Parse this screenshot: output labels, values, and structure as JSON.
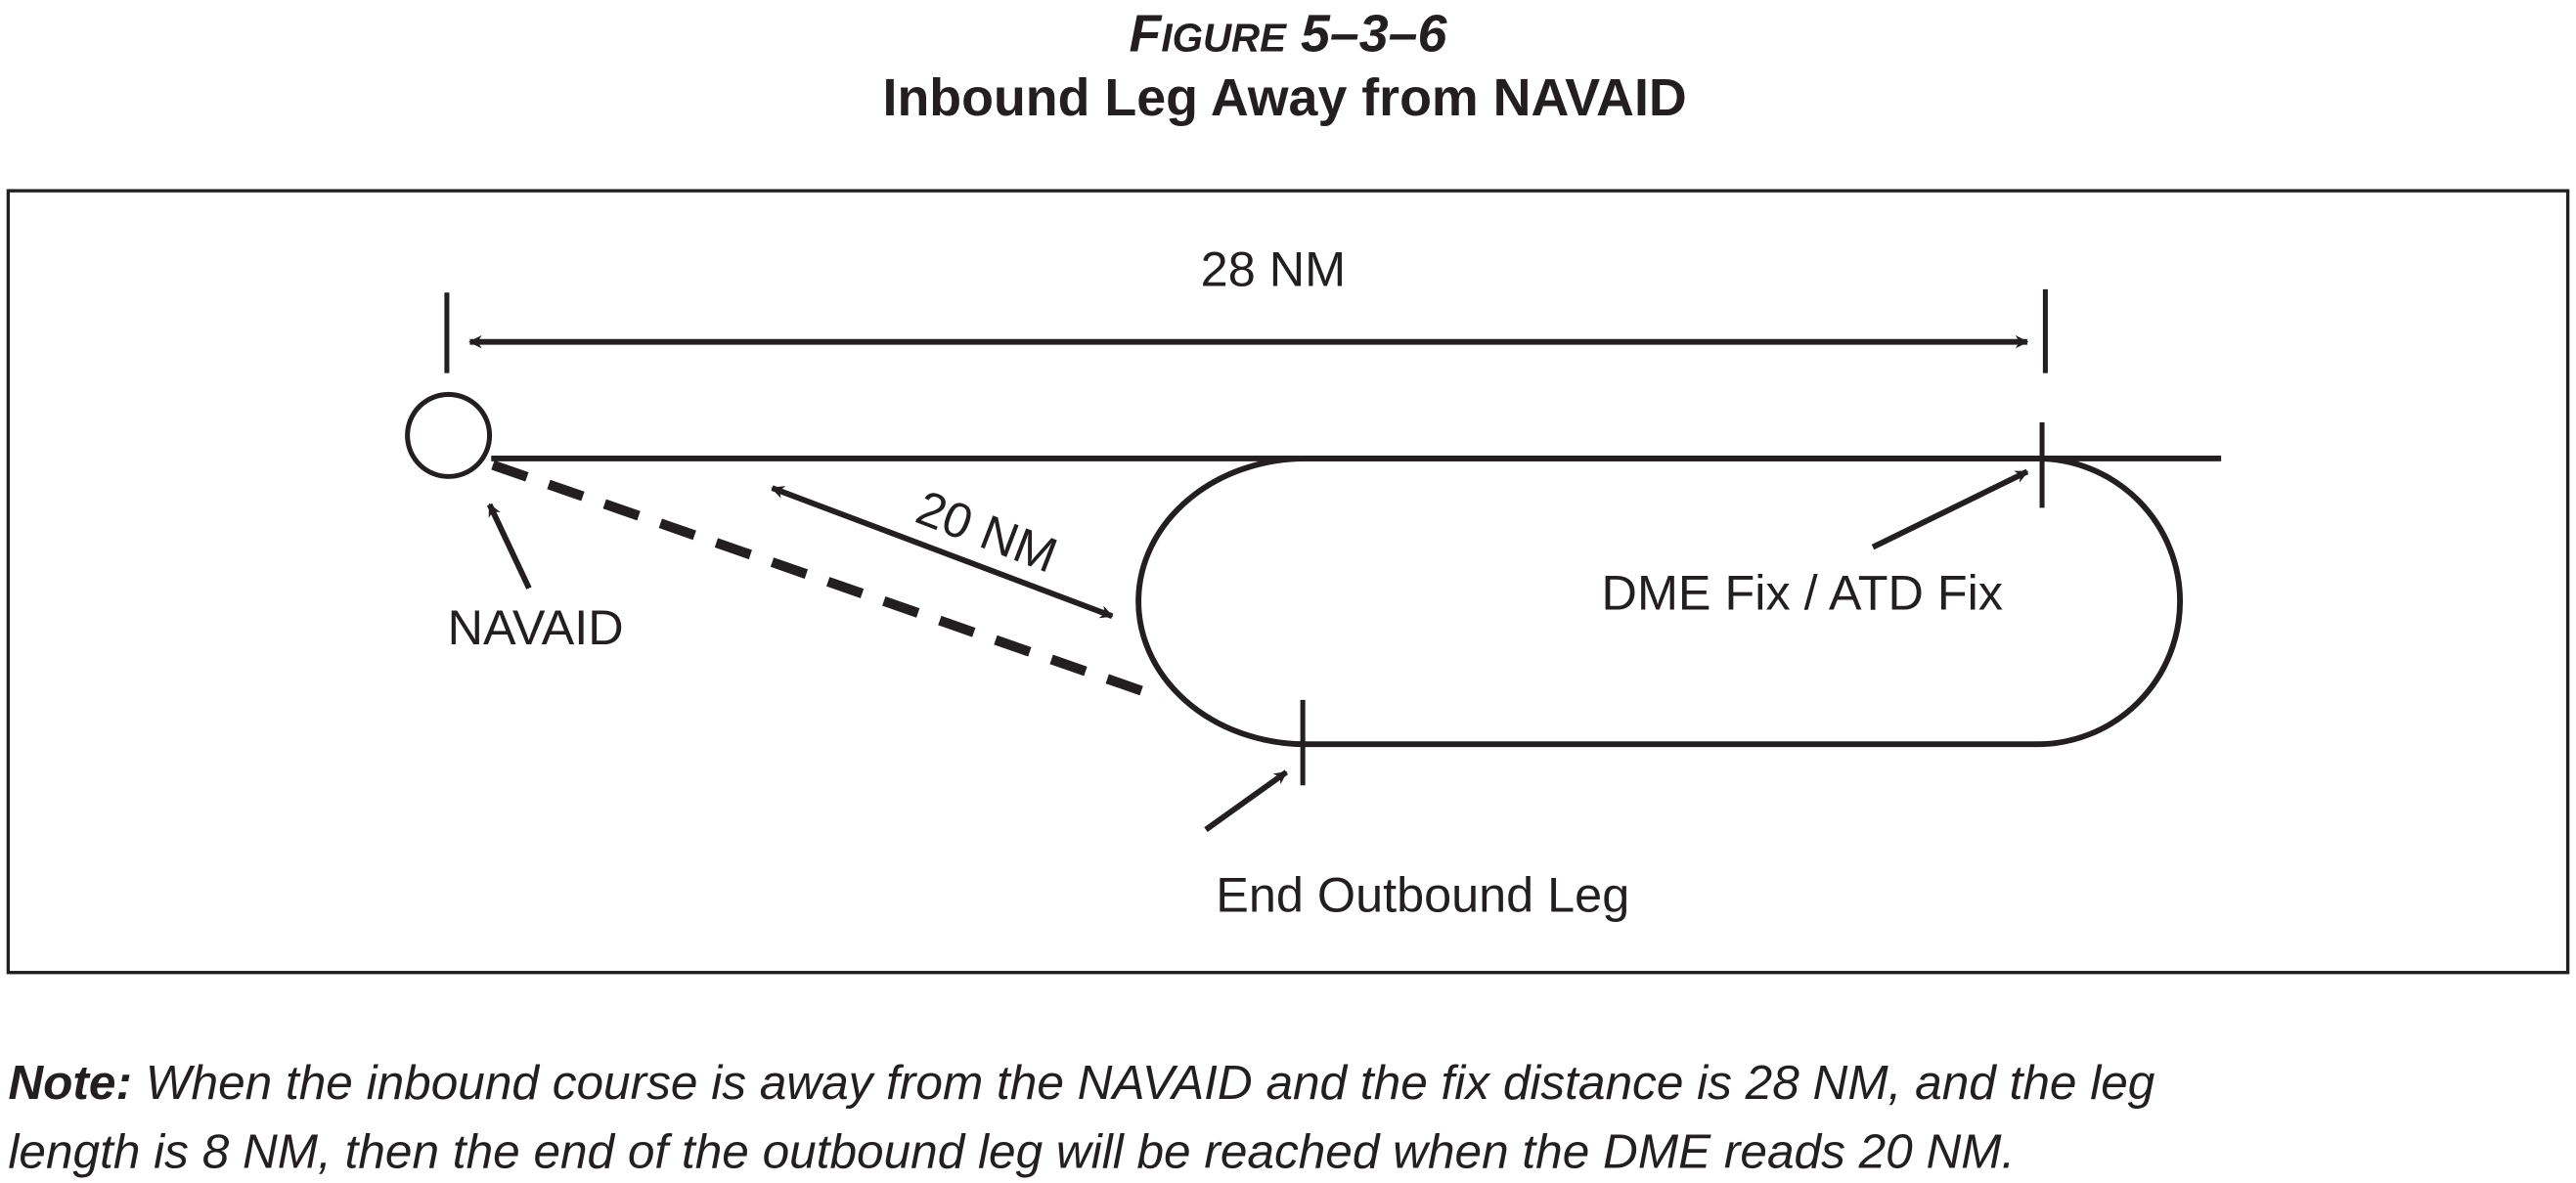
{
  "figure": {
    "number_prefix": "F",
    "number_smallcaps": "IGURE",
    "number": "5–3–6",
    "title": "Inbound Leg Away from NAVAID"
  },
  "diagram": {
    "fix_distance_label": "28 NM",
    "dme_distance_label": "20 NM",
    "navaid_label": "NAVAID",
    "fix_label": "DME Fix / ATD Fix",
    "end_outbound_label": "End Outbound Leg"
  },
  "note": {
    "label": "Note:",
    "line1": " When the inbound course is away from the NAVAID and the fix distance is 28 NM, and the leg",
    "line2": "length is 8 NM, then the end of the outbound leg will be reached when the DME reads 20 NM."
  },
  "colors": {
    "ink": "#231f20"
  }
}
